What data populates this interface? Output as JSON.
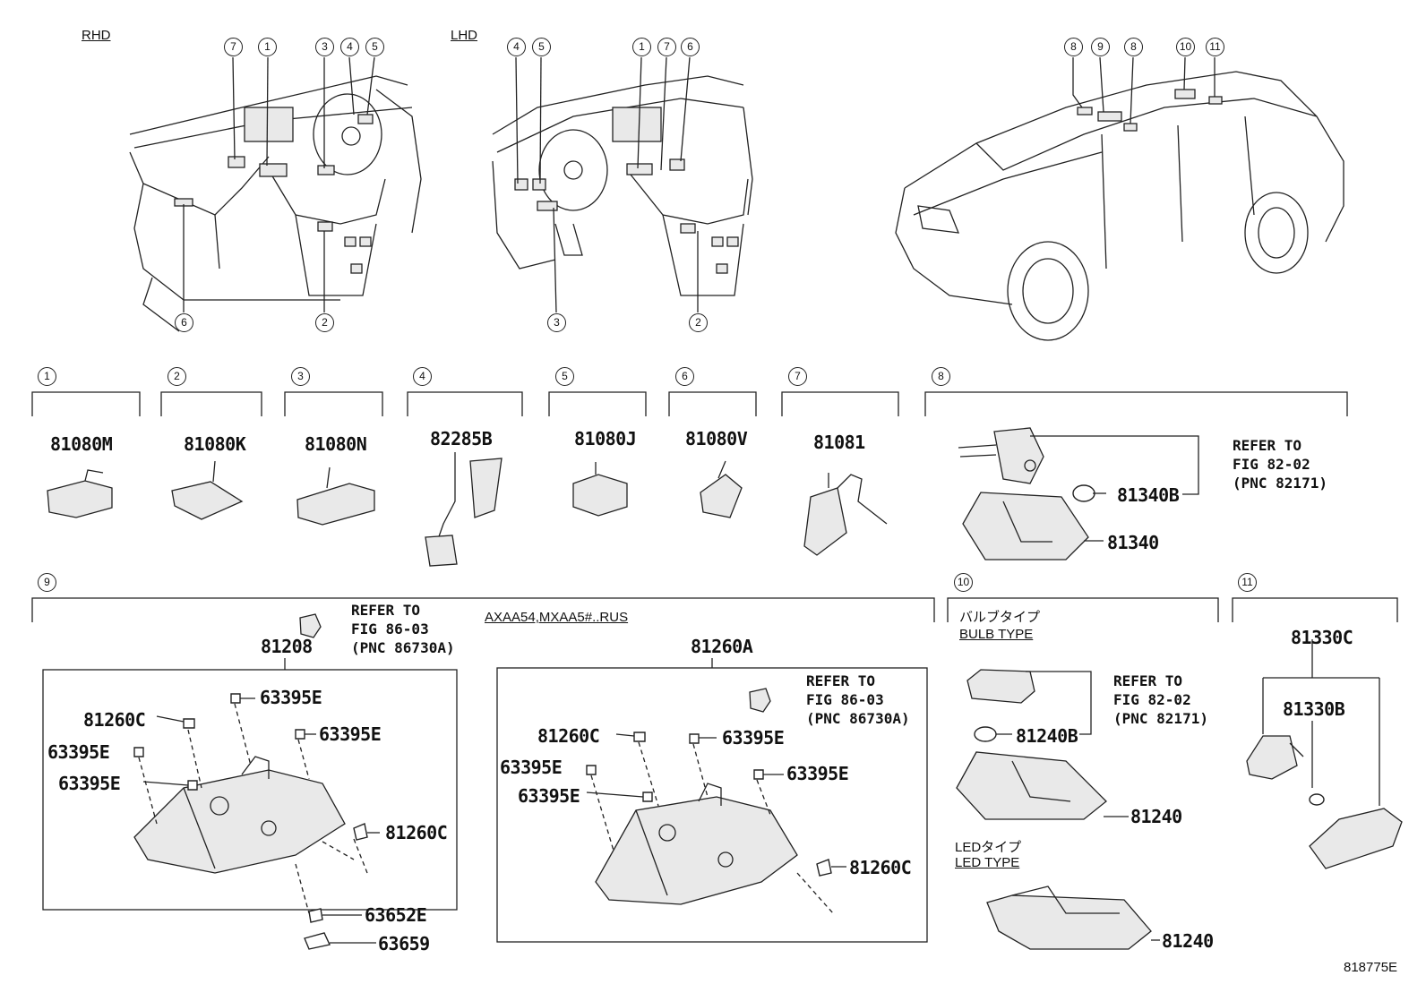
{
  "views": {
    "rhd": {
      "label": "RHD",
      "callouts": [
        "7",
        "1",
        "3",
        "4",
        "5",
        "6",
        "2"
      ]
    },
    "lhd": {
      "label": "LHD",
      "callouts": [
        "4",
        "5",
        "1",
        "7",
        "6",
        "3",
        "2"
      ]
    },
    "exterior": {
      "callouts": [
        "8",
        "9",
        "8",
        "10",
        "11"
      ]
    }
  },
  "sections": [
    {
      "id": "1",
      "parts": [
        "81080M"
      ]
    },
    {
      "id": "2",
      "parts": [
        "81080K"
      ]
    },
    {
      "id": "3",
      "parts": [
        "81080N"
      ]
    },
    {
      "id": "4",
      "parts": [
        "82285B"
      ]
    },
    {
      "id": "5",
      "parts": [
        "81080J"
      ]
    },
    {
      "id": "6",
      "parts": [
        "81080V"
      ]
    },
    {
      "id": "7",
      "parts": [
        "81081"
      ]
    },
    {
      "id": "8",
      "parts": [
        "81340B",
        "81340"
      ],
      "refer": "REFER TO\nFIG 82-02\n(PNC 82171)"
    },
    {
      "id": "9",
      "variant_note": "AXAA54,MXAA5#..RUS",
      "left_assembly": {
        "part": "81208",
        "refer": "REFER TO\nFIG 86-03\n(PNC 86730A)",
        "subparts": [
          "63395E",
          "81260C",
          "63395E",
          "63395E",
          "63395E",
          "81260C",
          "63652E",
          "63659"
        ]
      },
      "right_assembly": {
        "part": "81260A",
        "refer": "REFER TO\nFIG 86-03\n(PNC 86730A)",
        "subparts": [
          "81260C",
          "63395E",
          "63395E",
          "63395E",
          "63395E",
          "81260C"
        ]
      }
    },
    {
      "id": "10",
      "bulb_type_jp": "バルブタイプ",
      "bulb_type": "BULB TYPE",
      "led_type_jp": "LEDタイプ",
      "led_type": "LED TYPE",
      "parts": [
        "81240B",
        "81240",
        "81240"
      ],
      "refer": "REFER TO\nFIG 82-02\n(PNC 82171)"
    },
    {
      "id": "11",
      "parts": [
        "81330C",
        "81330B"
      ]
    }
  ],
  "figure_id": "818775E"
}
